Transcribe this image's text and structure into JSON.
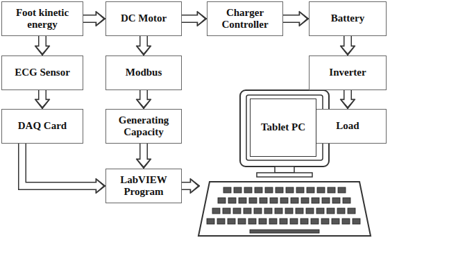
{
  "diagram": {
    "nodes": [
      {
        "text": [
          "Foot kinetic energy"
        ]
      },
      {
        "text": [
          "DC Motor"
        ]
      },
      {
        "text": [
          "Charger Controller"
        ]
      },
      {
        "text": [
          "Battery"
        ]
      },
      {
        "text": [
          "ECG Sensor"
        ]
      },
      {
        "text": [
          "Modbus"
        ]
      },
      {
        "text": [
          "Inverter"
        ]
      },
      {
        "text": [
          "DAQ Card"
        ]
      },
      {
        "text": [
          "Generating Capacity"
        ]
      },
      {
        "text": [
          "Load"
        ]
      },
      {
        "text": [
          "Tablet PC"
        ]
      },
      {
        "text": [
          "LabVIEW Program"
        ]
      }
    ],
    "edges": [
      {
        "from": 0,
        "to": 1,
        "arrow": "to"
      },
      {
        "from": 1,
        "to": 2,
        "arrow": "to"
      },
      {
        "from": 2,
        "to": 3,
        "arrow": "to"
      },
      {
        "from": 0,
        "to": 4,
        "arrow": "to"
      },
      {
        "from": 1,
        "to": 5,
        "arrow": "to"
      },
      {
        "from": 3,
        "to": 6,
        "arrow": "to"
      },
      {
        "from": 4,
        "to": 7,
        "arrow": "to"
      },
      {
        "from": 5,
        "to": 8,
        "arrow": "to"
      },
      {
        "from": 6,
        "to": 9,
        "arrow": "to"
      },
      {
        "from": 8,
        "to": 11,
        "arrow": "to"
      },
      {
        "from": 7,
        "to": 11,
        "arrow": "to"
      },
      {
        "from": 11,
        "to": 10,
        "arrow": "to"
      }
    ]
  }
}
